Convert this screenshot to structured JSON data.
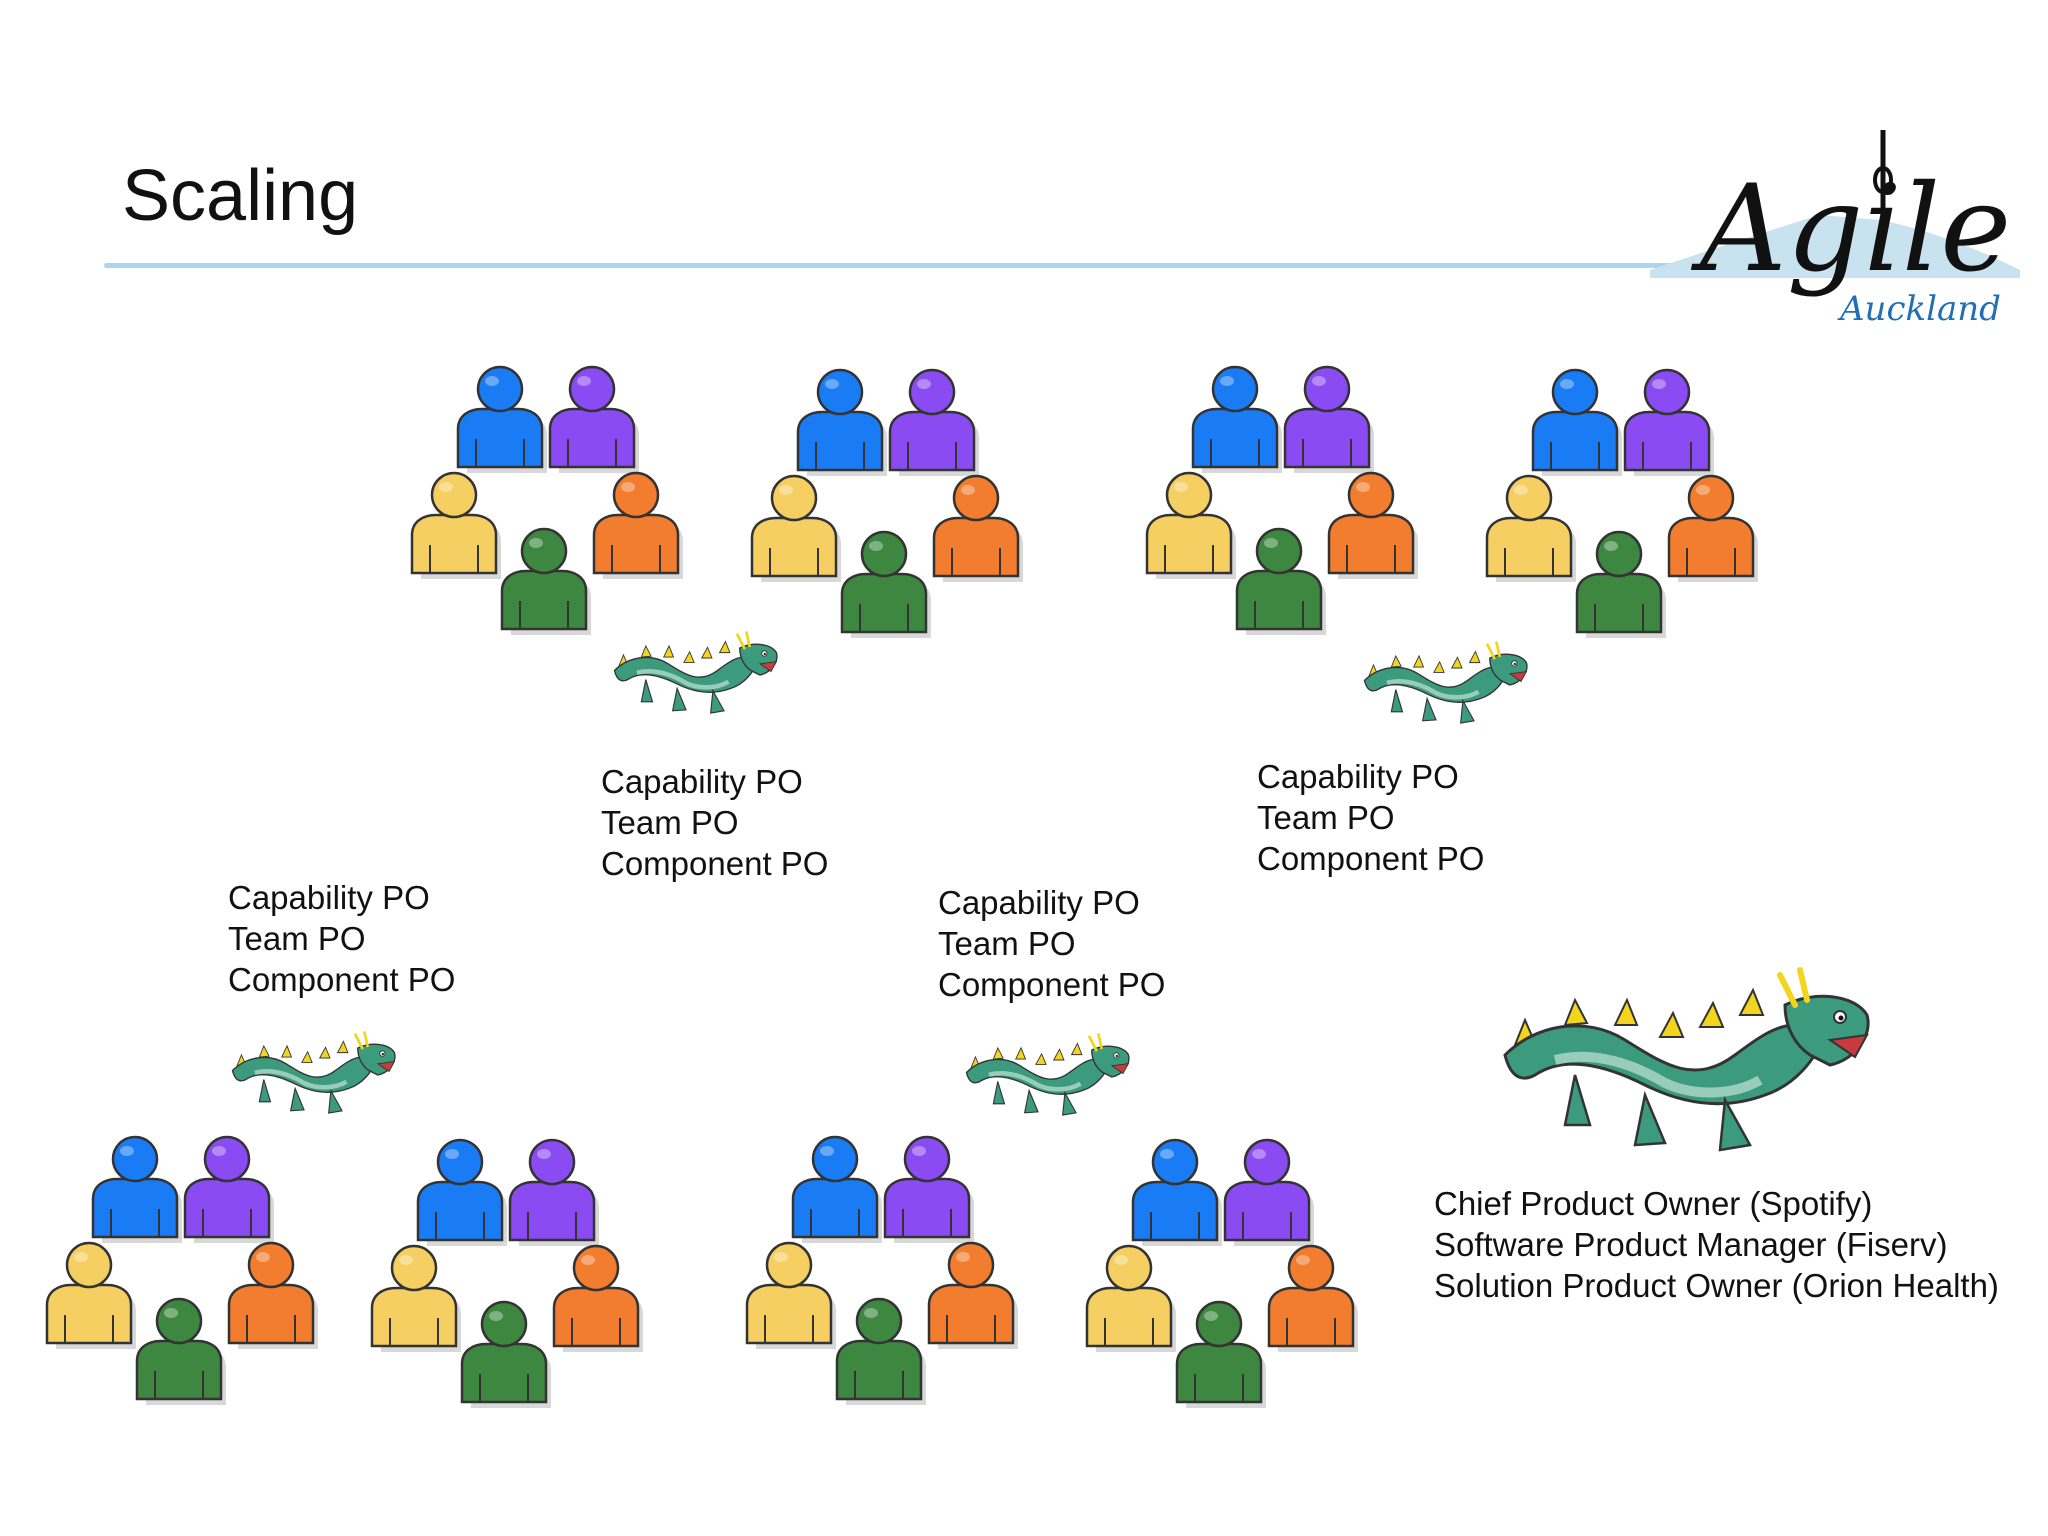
{
  "slide": {
    "title": "Scaling",
    "logo": {
      "wordmark": "Agile",
      "subtitle": "Auckland",
      "colors": {
        "wordmark": "#111111",
        "subtitle": "#1f6fb5",
        "skyline": "#c8e2f0"
      }
    },
    "colors": {
      "rule": "#a9d6ea",
      "person_blue": "#1a7cf5",
      "person_purple": "#8a4cf2",
      "person_yellow": "#f6cf63",
      "person_orange": "#f27d2e",
      "person_green": "#3d8741",
      "dragon_body": "#3c9a7d",
      "dragon_spikes": "#f2d51c"
    },
    "icons": [
      "person-icon",
      "dragon-icon",
      "agile-auckland-logo"
    ],
    "po_roles": {
      "line1": "Capability PO",
      "line2": "Team PO",
      "line3": "Component PO"
    },
    "chief_roles": {
      "line1": "Chief Product Owner (Spotify)",
      "line2": "Software Product Manager (Fiserv)",
      "line3": "Solution Product Owner (Orion Health)"
    }
  }
}
